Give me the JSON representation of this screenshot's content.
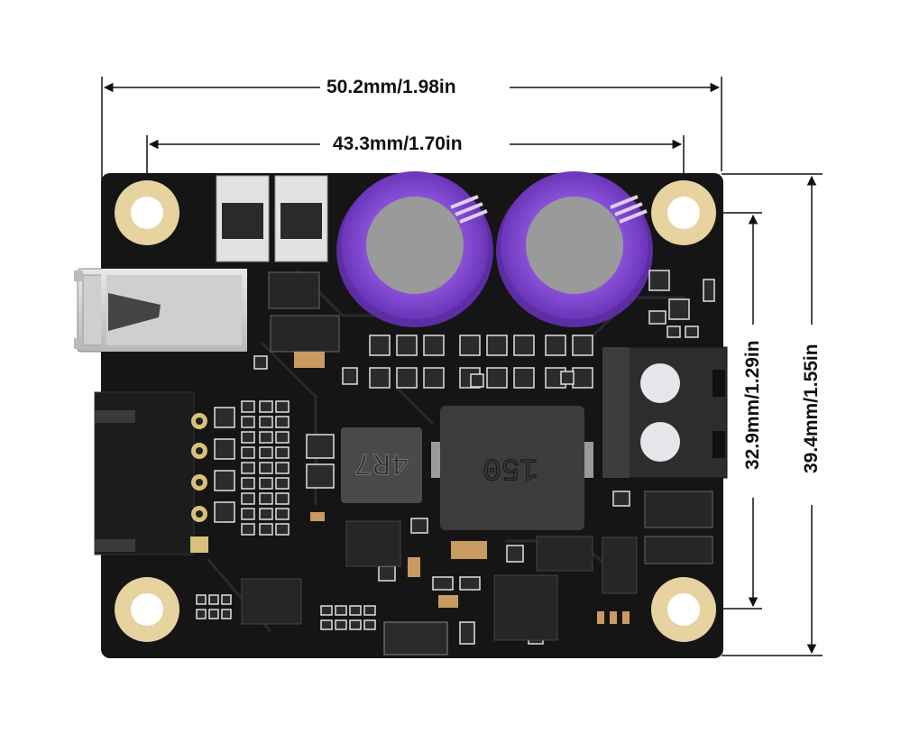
{
  "dimensions": {
    "board_width": "50.2mm/1.98in",
    "hole_spacing_x": "43.3mm/1.70in",
    "hole_spacing_y": "32.9mm/1.29in",
    "board_height": "39.4mm/1.55in"
  },
  "markings": {
    "small_inductor": "4R7",
    "large_inductor": "150"
  },
  "colors": {
    "pcb": "#151515",
    "capacitor": "#8a4fd6",
    "capacitor_top": "#9a9a9a",
    "mount_hole_ring": "#e6d3a0",
    "terminal_block": "#3a3a3a"
  }
}
